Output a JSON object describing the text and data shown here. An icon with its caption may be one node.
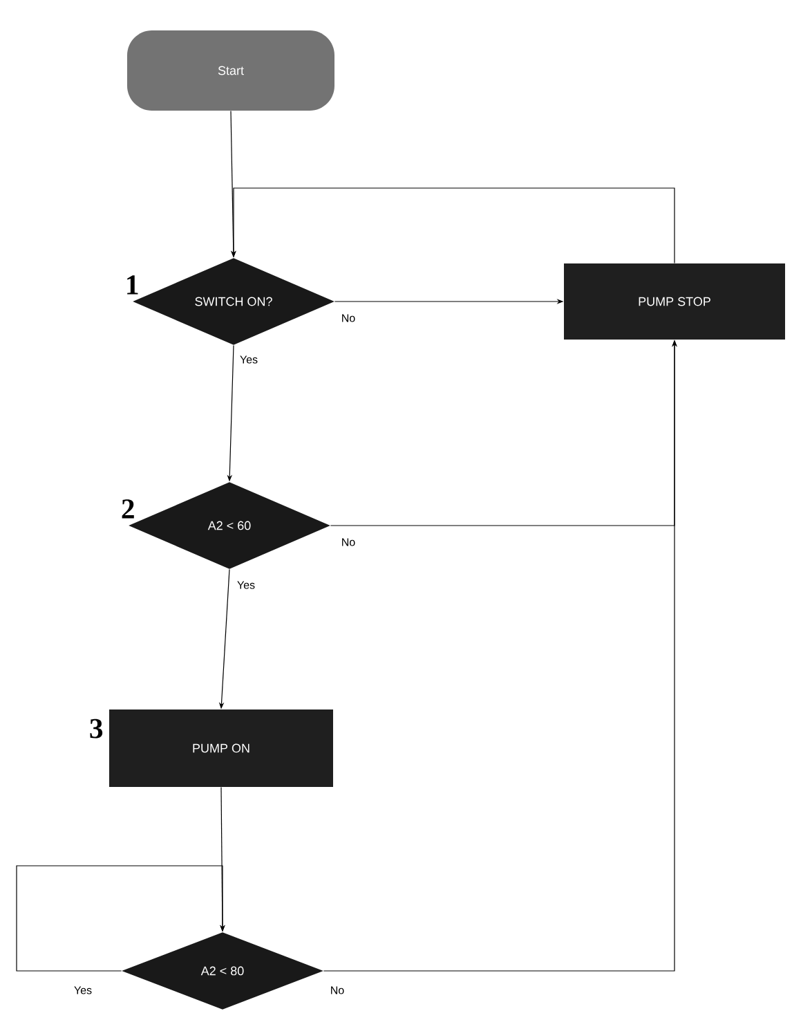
{
  "diagram": {
    "nodes": [
      {
        "text": [
          "Start"
        ]
      },
      {
        "text": [
          "SWITCH ON?"
        ],
        "beside": [
          "1"
        ]
      },
      {
        "text": [
          "PUMP STOP"
        ]
      },
      {
        "text": [
          "A2 < 60"
        ],
        "beside": [
          "2"
        ]
      },
      {
        "text": [
          "PUMP ON"
        ],
        "beside": [
          "3"
        ]
      },
      {
        "text": [
          "A2 < 80"
        ]
      }
    ],
    "edges": [
      {
        "from": 0,
        "to": 1,
        "arrow": "to"
      },
      {
        "from": 1,
        "to": 2,
        "arrow": "to",
        "label": "No"
      },
      {
        "from": 2,
        "to": 1,
        "arrow": "to"
      },
      {
        "from": 1,
        "to": 3,
        "arrow": "to",
        "label": "Yes"
      },
      {
        "from": 3,
        "to": 2,
        "arrow": "to",
        "label": "No"
      },
      {
        "from": 3,
        "to": 4,
        "arrow": "to",
        "label": "Yes"
      },
      {
        "from": 4,
        "to": 5,
        "arrow": "to"
      },
      {
        "from": 5,
        "to": 5,
        "arrow": "to",
        "label": "Yes"
      },
      {
        "from": 5,
        "to": 2,
        "arrow": "to",
        "label": "No"
      }
    ]
  }
}
